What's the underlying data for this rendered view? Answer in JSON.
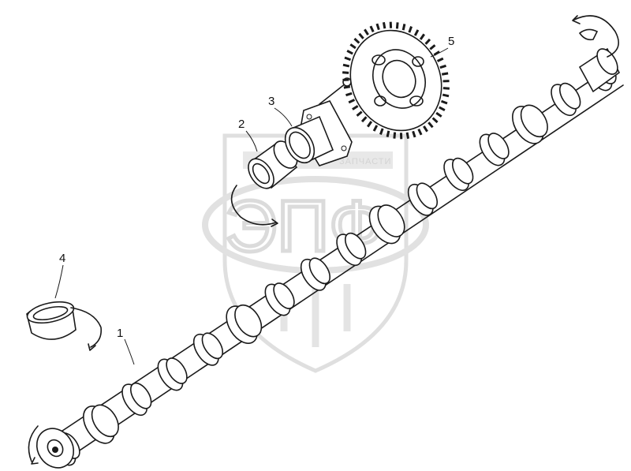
{
  "watermark": {
    "shop_text": "ЗАПЧАСТИ",
    "logo_letters": "ЭПФ"
  },
  "callouts": [
    {
      "id": "1",
      "text": "1"
    },
    {
      "id": "2",
      "text": "2"
    },
    {
      "id": "3",
      "text": "3"
    },
    {
      "id": "4",
      "text": "4"
    },
    {
      "id": "5",
      "text": "5"
    }
  ],
  "parts": [
    {
      "callout": "1",
      "icon": "camshaft-icon"
    },
    {
      "callout": "2",
      "icon": "bushing-icon"
    },
    {
      "callout": "3",
      "icon": "flanged-sleeve-icon"
    },
    {
      "callout": "4",
      "icon": "bearing-shell-icon"
    },
    {
      "callout": "5",
      "icon": "gear-icon"
    }
  ]
}
